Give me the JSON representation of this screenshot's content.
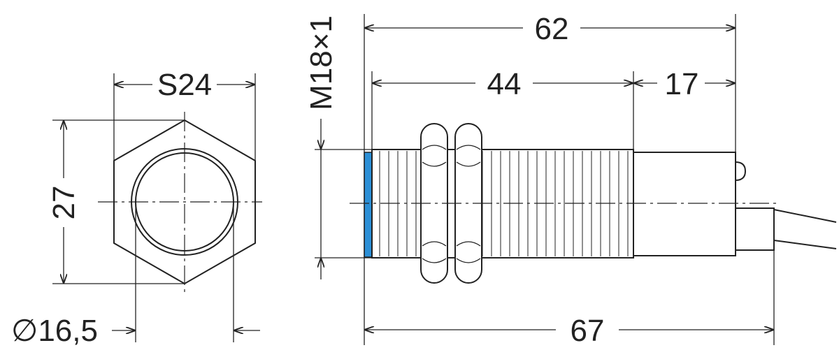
{
  "dimensions": {
    "hex_width": "S24",
    "hex_height": "27",
    "inner_diameter": "∅16,5",
    "thread": "M18×1",
    "total_length": "62",
    "thread_length": "44",
    "housing_length": "17",
    "overall_length": "67"
  },
  "colors": {
    "line": "#222222",
    "sensing_face": "#2b8fd6",
    "background": "#ffffff"
  }
}
